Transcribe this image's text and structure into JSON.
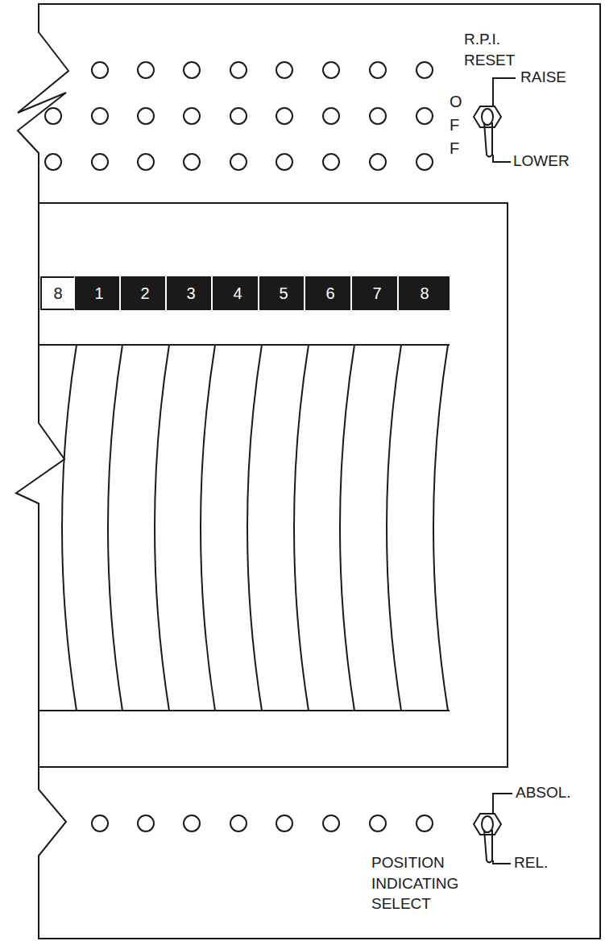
{
  "diagram": {
    "nodes": [
      {
        "text": [
          "8"
        ]
      },
      {
        "text": [
          "1"
        ]
      },
      {
        "text": [
          "2"
        ]
      },
      {
        "text": [
          "3"
        ]
      },
      {
        "text": [
          "4"
        ]
      },
      {
        "text": [
          "5"
        ]
      },
      {
        "text": [
          "6"
        ]
      },
      {
        "text": [
          "7"
        ]
      },
      {
        "text": [
          "8"
        ]
      }
    ],
    "labels": [
      "R.P.I. RESET",
      "RAISE",
      "OFF",
      "LOWER",
      "ABSOL.",
      "REL.",
      "POSITION INDICATING SELECT"
    ]
  }
}
